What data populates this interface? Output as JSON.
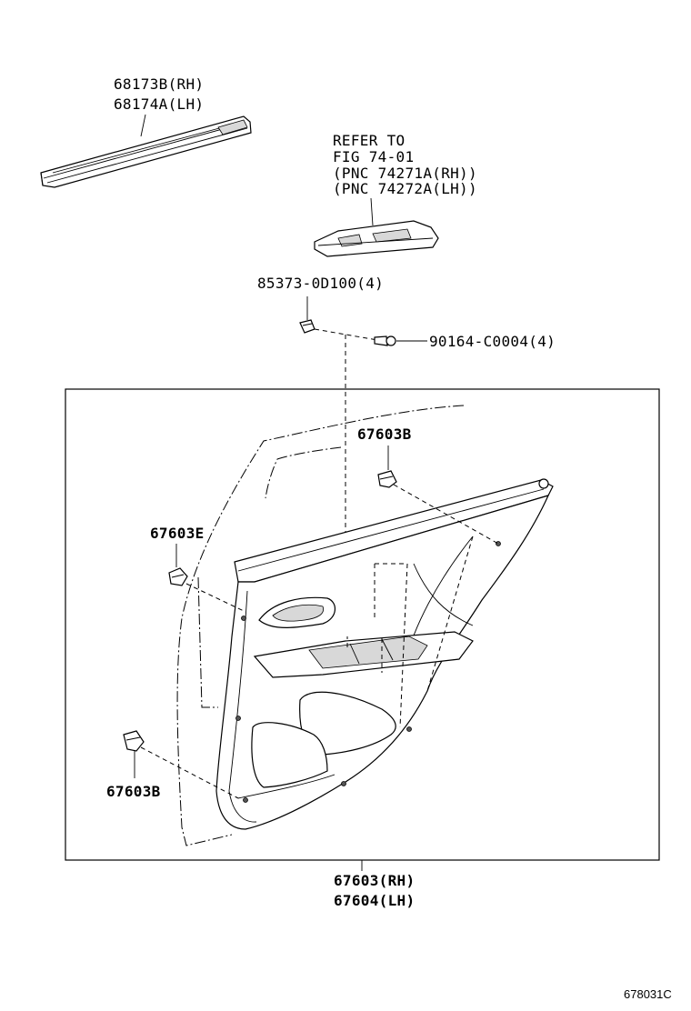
{
  "labels": {
    "moulding_rh": "68173B(RH)",
    "moulding_lh": "68174A(LH)",
    "refer_line1": "REFER TO",
    "refer_line2": "FIG 74-01",
    "refer_line3": "(PNC 74271A(RH))",
    "refer_line4": "(PNC 74272A(LH))",
    "nut": "85373-0D100(4)",
    "screw": "90164-C0004(4)",
    "clip_top": "67603B",
    "clip_left": "67603E",
    "clip_bottom": "67603B",
    "board_rh": "67603(RH)",
    "board_lh": "67604(LH)"
  },
  "footer": {
    "code": "678031C"
  }
}
